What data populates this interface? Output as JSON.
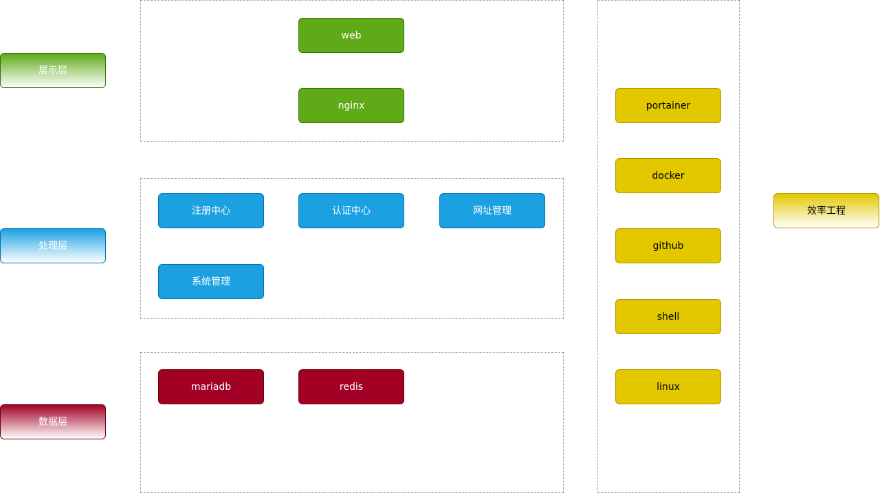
{
  "layers": {
    "presentation": {
      "label": "展示层",
      "items": [
        "web",
        "nginx"
      ]
    },
    "processing": {
      "label": "处理层",
      "items": [
        "注册中心",
        "认证中心",
        "网址管理",
        "系统管理"
      ]
    },
    "data": {
      "label": "数据层",
      "items": [
        "mariadb",
        "redis"
      ]
    },
    "efficiency": {
      "label": "效率工程",
      "items": [
        "portainer",
        "docker",
        "github",
        "shell",
        "linux"
      ]
    }
  },
  "colors": {
    "green": "#60a917",
    "blue": "#1ba1e2",
    "red": "#a20025",
    "yellow": "#e3c800",
    "group_border": "#9e9e9e"
  }
}
